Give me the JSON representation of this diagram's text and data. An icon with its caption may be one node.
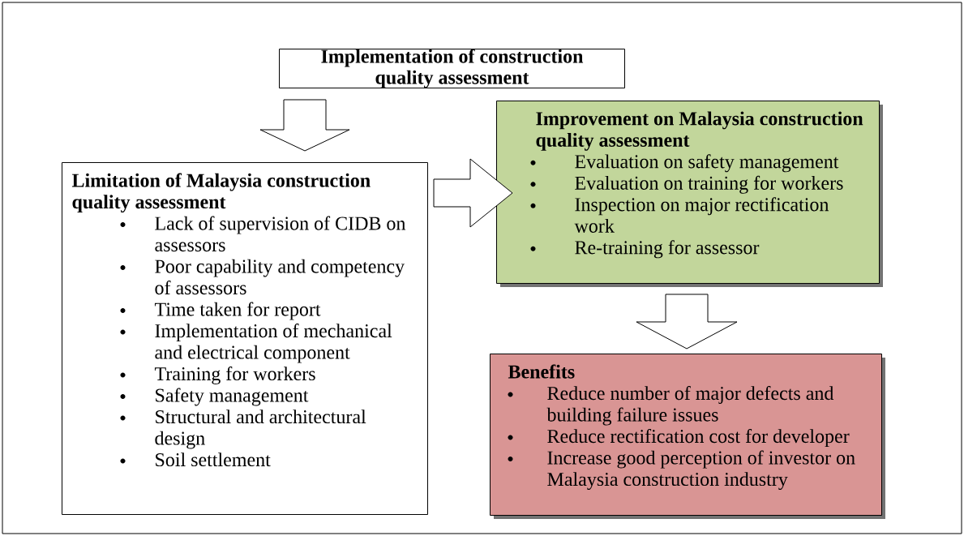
{
  "diagram": {
    "nodes": [
      {
        "text": [
          "Implementation of construction quality assessment"
        ]
      },
      {
        "text": [
          "Limitation of Malaysia construction quality assessment",
          "Lack of supervision of CIDB on assessors",
          "Poor capability and competency of assessors",
          "Time taken for report",
          "Implementation of mechanical and electrical component",
          "Training for workers",
          "Safety management",
          "Structural and architectural design",
          "Soil settlement"
        ]
      },
      {
        "text": [
          "Improvement on Malaysia construction quality assessment",
          "Evaluation on safety management",
          "Evaluation on training for workers",
          "Inspection on major rectification work",
          "Re-training for assessor"
        ]
      },
      {
        "text": [
          "Benefits",
          "Reduce number of major defects and building failure issues",
          "Reduce rectification cost for developer",
          "Increase good perception of investor on Malaysia construction industry"
        ]
      }
    ],
    "edges": [
      {
        "from": 0,
        "to": 1,
        "arrow": "to"
      },
      {
        "from": 1,
        "to": 2,
        "arrow": "to"
      },
      {
        "from": 2,
        "to": 3,
        "arrow": "to"
      }
    ]
  }
}
